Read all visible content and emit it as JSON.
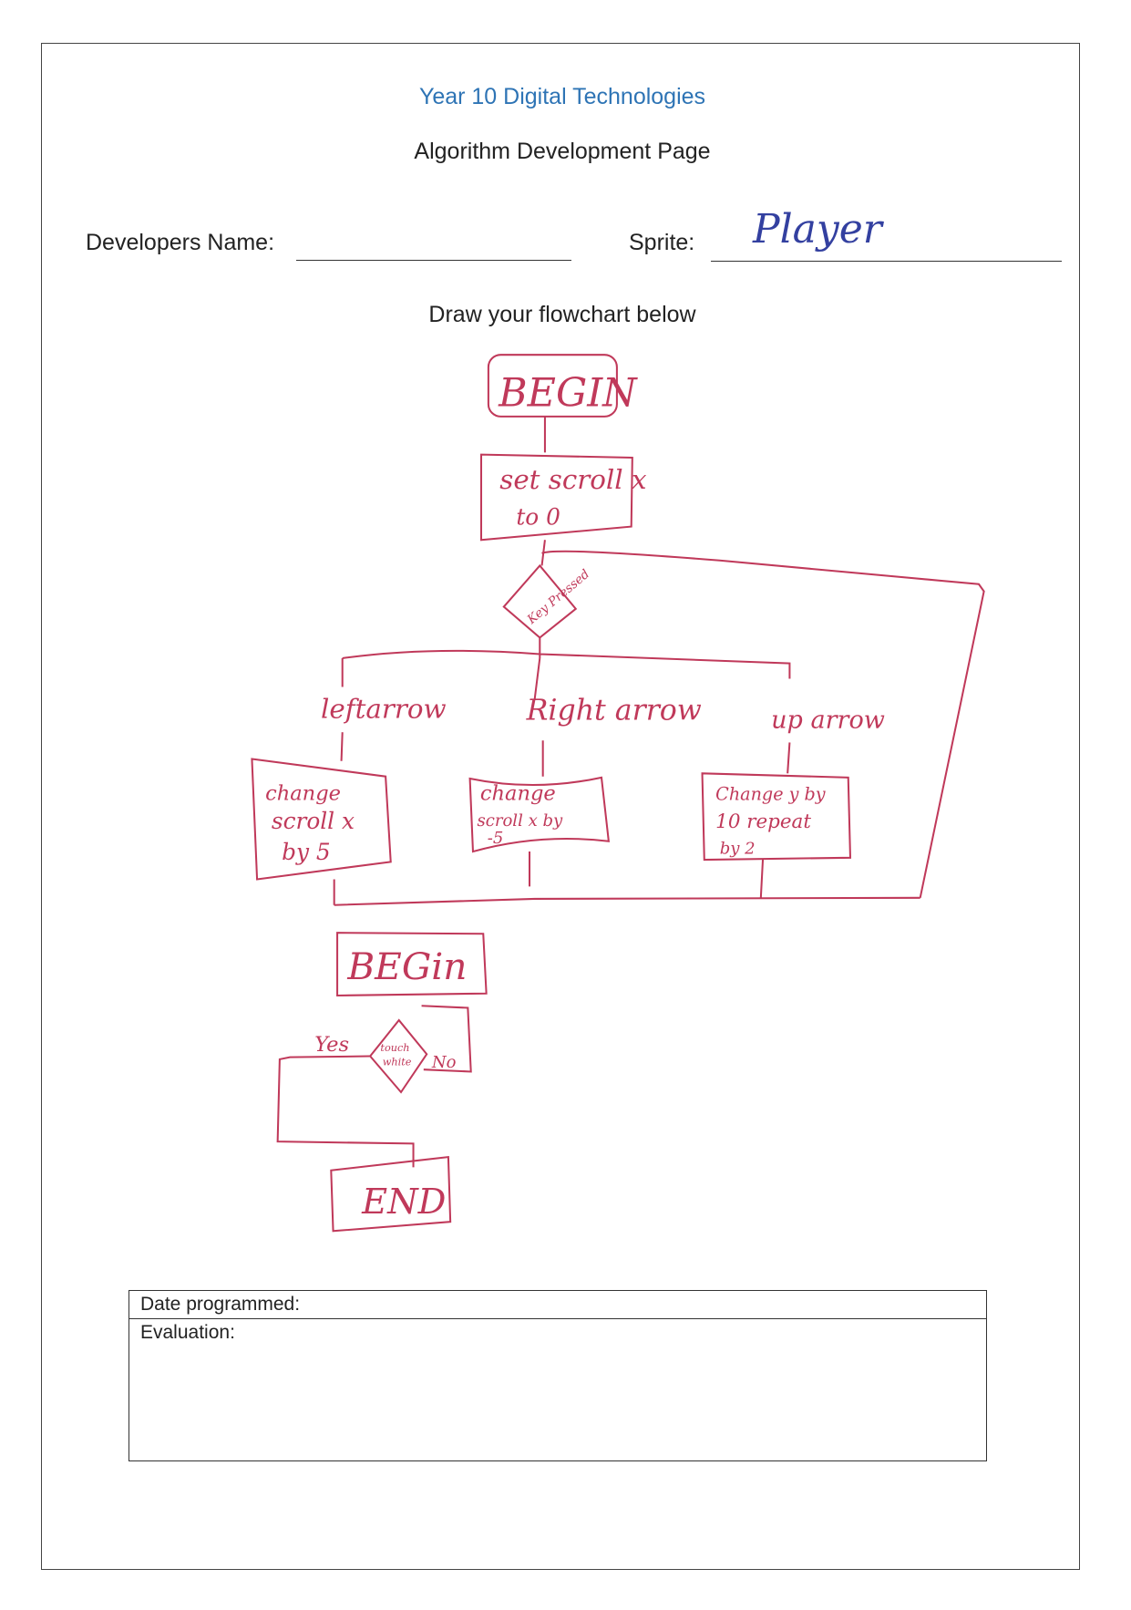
{
  "header": {
    "course_title": "Year 10 Digital Technologies",
    "page_title": "Algorithm Development Page",
    "developers_name_label": "Developers Name:",
    "developers_name_value": "",
    "sprite_label": "Sprite:",
    "sprite_value": "Player",
    "instruction": "Draw your flowchart below"
  },
  "flowchart": {
    "begin1": "BEGIN",
    "set_line1": "set scroll x",
    "set_line2": "to 0",
    "decision1": "Key Pressed",
    "branch_left": "leftarrow",
    "branch_right": "Right arrow",
    "branch_up": "up arrow",
    "left_line1": "change",
    "left_line2": "scroll x",
    "left_line3": "by 5",
    "right_line1": "change",
    "right_line2": "scroll x by",
    "right_line3": "-5",
    "up_line1": "Change y by",
    "up_line2": "10 repeat",
    "up_line3": "by 2",
    "begin2": "BEGin",
    "decision2_line1": "touch",
    "decision2_line2": "white",
    "yes": "Yes",
    "no": "No",
    "end": "END",
    "ink_color": "#c0395a"
  },
  "table": {
    "date_label": "Date programmed:",
    "evaluation_label": "Evaluation:"
  }
}
